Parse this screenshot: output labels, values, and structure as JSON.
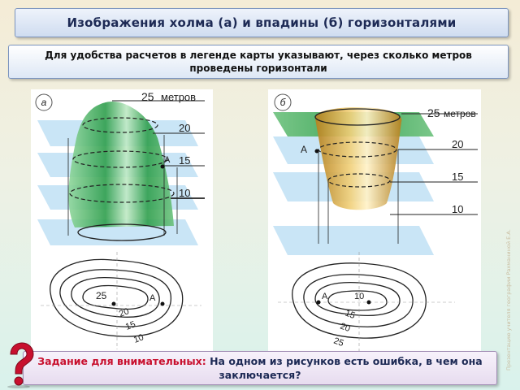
{
  "title": "Изображения холма (а) и впадины (б) горизонталями",
  "info": "Для удобства расчетов в легенде карты указывают, через сколько метров проведены горизонтали",
  "panel_a": {
    "label": "а",
    "top_label": "25",
    "unit": "метров",
    "levels": [
      "20",
      "15",
      "10"
    ],
    "point": "А",
    "map_labels": [
      "25",
      "А",
      "20",
      "15",
      "10"
    ]
  },
  "panel_b": {
    "label": "б",
    "top_label": "25",
    "unit": "метров",
    "levels": [
      "20",
      "15",
      "10"
    ],
    "point": "А",
    "map_labels": [
      "А",
      "10",
      "15",
      "20",
      "25"
    ]
  },
  "credit": "Презентацию учителя географии Рахманиной Е.А.",
  "task": {
    "label": "Задание для внимательных:",
    "question": "На одном из рисунков есть ошибка, в чем она заключается?"
  },
  "colors": {
    "hill": "#2e9e4c",
    "pit": "#d4a23a",
    "plane": "#bfe0f4",
    "title_text": "#1d2a55",
    "task_label": "#c8102e",
    "question_mark": "#c8102e"
  }
}
